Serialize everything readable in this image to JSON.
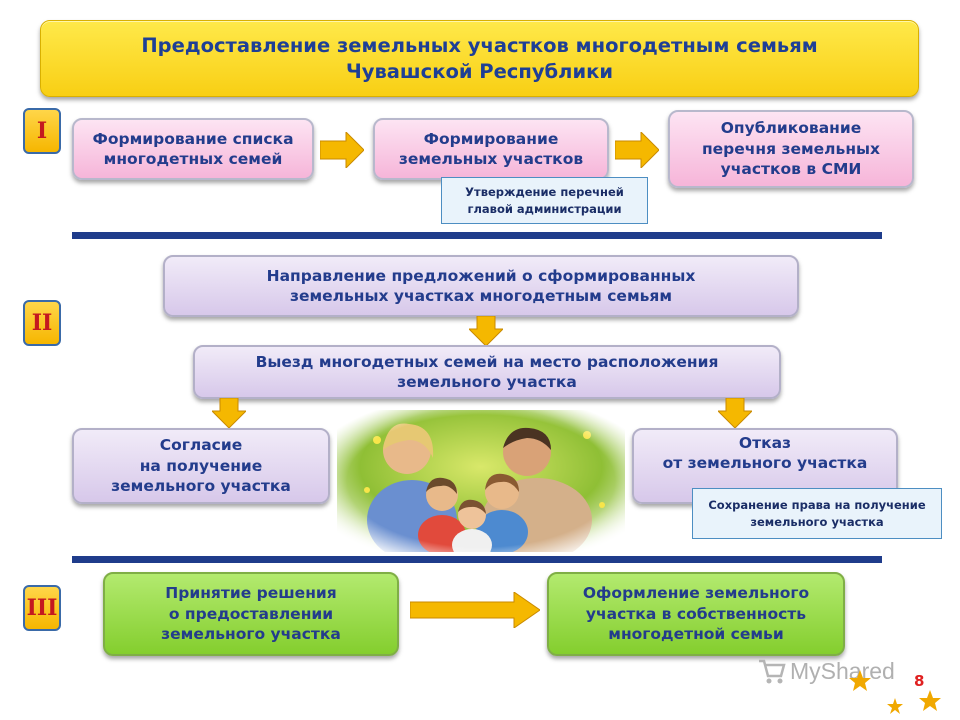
{
  "title": "Предоставление земельных участков многодетным семьям\nЧувашской Республики",
  "stages": {
    "one": "I",
    "two": "II",
    "three": "III"
  },
  "stage1": {
    "box1": "Формирование списка\nмногодетных семей",
    "box2": "Формирование\nземельных участков",
    "box3": "Опубликование\nперечня земельных\nучастков в СМИ",
    "note": "Утверждение перечней\nглавой администрации"
  },
  "stage2": {
    "box1": "Направление предложений о сформированных\nземельных участках многодетным семьям",
    "box2": "Выезд многодетных семей на место расположения\nземельного участка",
    "agree": "Согласие\nна получение\nземельного участка",
    "refuse": "Отказ\nот земельного участка",
    "note": "Сохранение права на получение\nземельного участка"
  },
  "stage3": {
    "box1": "Принятие решения\nо предоставлении\nземельного участка",
    "box2": "Оформление земельного\nучастка в собственность\nмногодетной семьи"
  },
  "watermark": "MyShared",
  "page_number": "8",
  "colors": {
    "title_bg": "#f8cf14",
    "text": "#233c8c",
    "divider": "#1f3c8b",
    "arrow": "#f5b800",
    "stage_text": "#c4181f"
  }
}
